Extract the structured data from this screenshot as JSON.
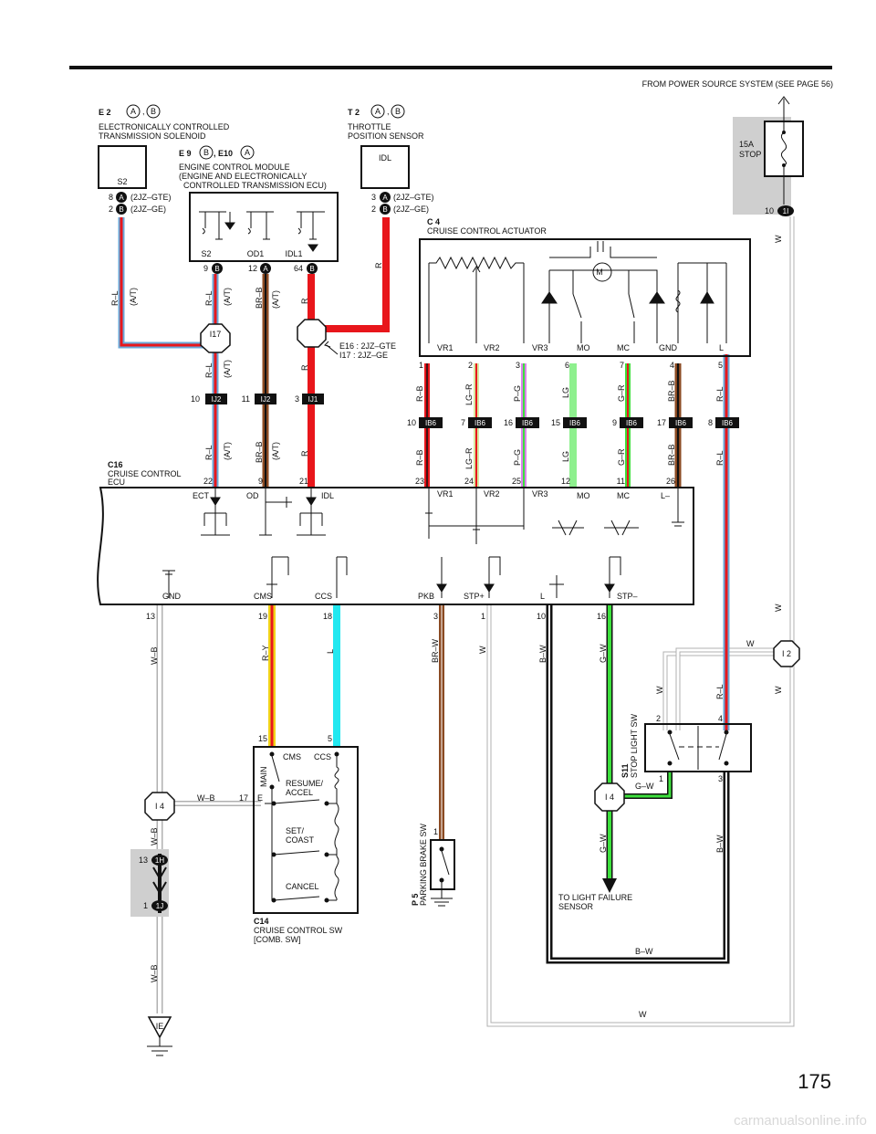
{
  "page": {
    "number": "175",
    "source_note": "FROM POWER SOURCE SYSTEM (SEE PAGE 56)",
    "watermark": "carmanualsonline.info"
  },
  "components": {
    "e2": {
      "code": "E 2",
      "conn_a": "A",
      "conn_b": "B",
      "sep": ",",
      "name1": "ELECTRONICALLY CONTROLLED",
      "name2": "TRANSMISSION SOLENOID",
      "box_label": "S2",
      "pin_a": "8",
      "pin_b": "2",
      "note_a": "(2JZ–GTE)",
      "note_b": "(2JZ–GE)"
    },
    "t2": {
      "code": "T 2",
      "conn_a": "A",
      "conn_b": "B",
      "sep": ",",
      "name1": "THROTTLE",
      "name2": "POSITION SENSOR",
      "box_label": "IDL",
      "pin_a": "3",
      "pin_b": "2",
      "note_a": "(2JZ–GTE)",
      "note_b": "(2JZ–GE)"
    },
    "ecm": {
      "code1": "E 9",
      "conn1": "B",
      "code2": ", E10",
      "conn2": "A",
      "name1": "ENGINE CONTROL MODULE",
      "name2": "(ENGINE AND ELECTRONICALLY",
      "name3": "CONTROLLED TRANSMISSION ECU)",
      "term_s2": "S2",
      "term_od1": "OD1",
      "term_idl1": "IDL1",
      "pin_s2": "9",
      "conn_s2": "B",
      "pin_od1": "12",
      "conn_od1": "A",
      "pin_idl1": "64",
      "conn_idl1": "B"
    },
    "c4": {
      "code": "C 4",
      "name": "CRUISE CONTROL ACTUATOR",
      "motor": "M",
      "terms": [
        "VR1",
        "VR2",
        "VR3",
        "MO",
        "MC",
        "GND",
        "L"
      ],
      "pins": [
        "1",
        "2",
        "3",
        "6",
        "7",
        "4",
        "5"
      ]
    },
    "c16": {
      "code": "C16",
      "name1": "CRUISE CONTROL",
      "name2": "ECU",
      "top_terms": {
        "ect": "ECT",
        "od": "OD",
        "idl": "IDL",
        "vr1": "VR1",
        "vr2": "VR2",
        "vr3": "VR3",
        "mo": "MO",
        "mc": "MC",
        "lm": "L–"
      },
      "top_pins": {
        "ect": "22",
        "od": "9",
        "idl": "21",
        "vr1": "23",
        "vr2": "24",
        "vr3": "25",
        "mo": "12",
        "mc": "11",
        "lm": "26"
      },
      "bottom_terms": {
        "gnd": "GND",
        "cms": "CMS",
        "ccs": "CCS",
        "pkb": "PKB",
        "stpp": "STP+",
        "l": "L",
        "stpm": "STP–"
      },
      "bottom_pins": {
        "gnd": "13",
        "cms": "19",
        "ccs": "18",
        "pkb": "3",
        "stpp": "1",
        "l": "10",
        "stpm": "16"
      }
    },
    "c14": {
      "code": "C14",
      "name1": "CRUISE CONTROL SW",
      "name2": "[COMB.  SW]",
      "cms": "CMS",
      "ccs": "CCS",
      "main": "MAIN",
      "resume1": "RESUME/",
      "resume2": "ACCEL",
      "set1": "SET/",
      "set2": "COAST",
      "cancel": "CANCEL",
      "e": "E",
      "pin_cms": "15",
      "pin_ccs": "5",
      "pin_e": "17"
    },
    "p5": {
      "code": "P 5",
      "name": "PARKING BRAKE SW",
      "pin": "1"
    },
    "s11": {
      "code": "S11",
      "name": "STOP LIGHT SW",
      "pin2": "2",
      "pin4": "4",
      "pin1": "1",
      "pin3": "3"
    },
    "fuse": {
      "rating": "15A",
      "name": "STOP",
      "pin": "10",
      "conn": "1I"
    },
    "junctions": {
      "i17": "I17",
      "i4": "I 4",
      "i4b": "I 4",
      "i2": "I 2",
      "ie": "IE",
      "h1": "1H",
      "j1": "1J",
      "h1_pin": "13",
      "j1_pin": "1"
    },
    "ij": {
      "ij2a": "IJ2",
      "ij2b": "IJ2",
      "ij1": "IJ1",
      "pin_a": "10",
      "pin_b": "11",
      "pin_c": "3"
    },
    "ib6": {
      "label": "IB6",
      "pins": [
        "10",
        "7",
        "16",
        "15",
        "9",
        "17",
        "8"
      ]
    },
    "e16note1": "E16 : 2JZ–GTE",
    "e16note2": "I17 : 2JZ–GE",
    "light_failure1": "TO LIGHT FAILURE",
    "light_failure2": "SENSOR"
  },
  "wires": {
    "rl": "R–L",
    "at": "(A/T)",
    "brb": "BR–B",
    "r": "R",
    "rb": "R–B",
    "lgr": "LG–R",
    "pg": "P–G",
    "lg": "LG",
    "gr": "G–R",
    "wb": "W–B",
    "ry": "R–Y",
    "l": "L",
    "brw": "BR–W",
    "w": "W",
    "bw": "B–W",
    "gw": "G–W"
  },
  "colors": {
    "red": "#e8161b",
    "blue": "#6aa8d8",
    "brown": "#8b4a22",
    "green_bright": "#3ce03c",
    "lightgreen": "#8ef08e",
    "pink": "#d884e8",
    "cyan": "#22e8f0",
    "yellow": "#f2d418",
    "gray_box": "#cfcfcf",
    "black": "#111111"
  }
}
